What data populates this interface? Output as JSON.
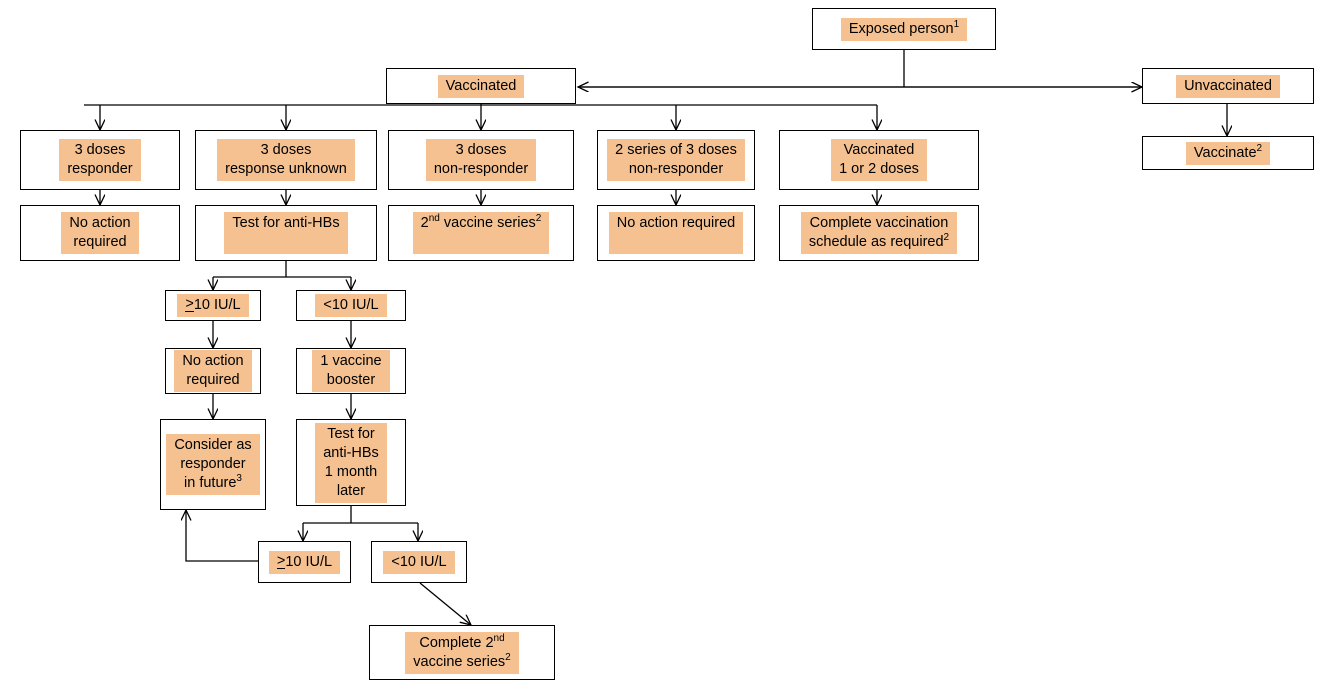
{
  "diagram": {
    "title": "Hepatitis B exposure management flowchart",
    "colors": {
      "node_fill": "#ffffff",
      "label_highlight": "#f5c191",
      "stroke": "#000000"
    }
  },
  "nodes": {
    "exposed_person": "Exposed person",
    "exposed_person_sup": "1",
    "vaccinated": "Vaccinated",
    "unvaccinated": "Unvaccinated",
    "vaccinate": "Vaccinate",
    "vaccinate_sup": "2",
    "three_doses_responder": "3 doses\nresponder",
    "three_doses_response_unknown": "3 doses\nresponse unknown",
    "three_doses_non_responder": "3 doses\nnon-responder",
    "two_series_non_responder": "2 series of 3 doses\nnon-responder",
    "vaccinated_1_or_2_doses": "Vaccinated\n1 or 2 doses",
    "no_action_required_a": "No action\nrequired",
    "test_for_anti_hbs": "Test for anti-HBs",
    "second_vaccine_series": "2",
    "second_vaccine_series_sup1": "nd",
    "second_vaccine_series_rest": " vaccine series",
    "second_vaccine_series_sup2": "2",
    "no_action_required_b": "No action required",
    "complete_vaccination_schedule": "Complete vaccination\nschedule as required",
    "complete_vaccination_schedule_sup": "2",
    "ge_10_iu_upper": "10 IU/L",
    "lt_10_iu_upper": "<10 IU/L",
    "no_action_required_c": "No action\nrequired",
    "one_vaccine_booster": "1 vaccine\nbooster",
    "consider_as_responder": "Consider  as\nresponder\nin future",
    "consider_as_responder_sup": "3",
    "test_anti_hbs_1_month": "Test for\nanti-HBs\n1 month\nlater",
    "ge_10_iu_lower": "10 IU/L",
    "lt_10_iu_lower": "<10 IU/L",
    "complete_2nd_vaccine_series": "Complete 2",
    "complete_2nd_vaccine_series_sup1": "nd",
    "complete_2nd_vaccine_series_line2": "vaccine series",
    "complete_2nd_vaccine_series_sup2": "2",
    "ge_symbol": ">"
  }
}
